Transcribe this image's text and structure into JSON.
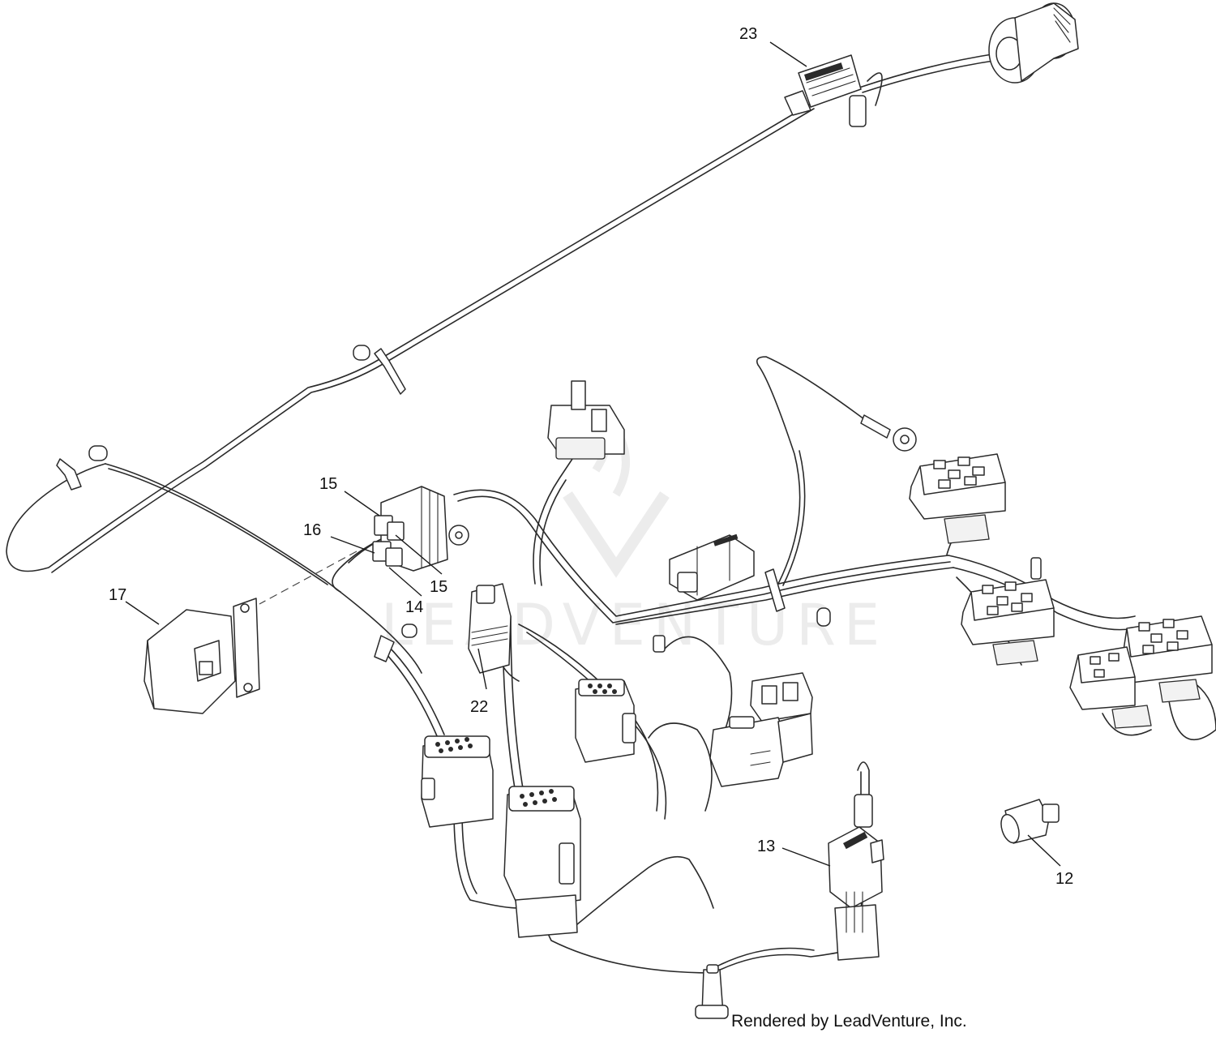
{
  "callouts": [
    {
      "id": "23",
      "label": "23"
    },
    {
      "id": "15a",
      "label": "15"
    },
    {
      "id": "16",
      "label": "16"
    },
    {
      "id": "15b",
      "label": "15"
    },
    {
      "id": "14",
      "label": "14"
    },
    {
      "id": "17",
      "label": "17"
    },
    {
      "id": "22",
      "label": "22"
    },
    {
      "id": "13",
      "label": "13"
    },
    {
      "id": "12",
      "label": "12"
    }
  ],
  "watermark": {
    "text": "LEADVENTURE"
  },
  "footer": {
    "credit": "Rendered by LeadVenture, Inc."
  }
}
